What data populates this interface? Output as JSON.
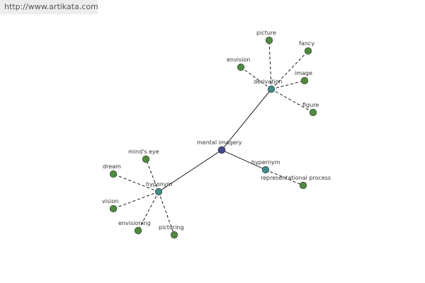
{
  "site": {
    "url_text": "http://www.artikata.com"
  },
  "graph": {
    "center": {
      "label": "mental imagery",
      "color": "#3f4a8a"
    },
    "relation_color": "#3f8c8c",
    "leaf_color": "#4f8a3f",
    "relations": [
      {
        "id": "derivation",
        "label": "derivation",
        "words": [
          "picture",
          "fancy",
          "envision",
          "image",
          "figure"
        ]
      },
      {
        "id": "hypernym",
        "label": "hypernym",
        "words": [
          "representational process"
        ]
      },
      {
        "id": "hyponym",
        "label": "hyponym",
        "words": [
          "mind's eye",
          "dream",
          "vision",
          "envisioning",
          "picturing"
        ]
      }
    ]
  }
}
